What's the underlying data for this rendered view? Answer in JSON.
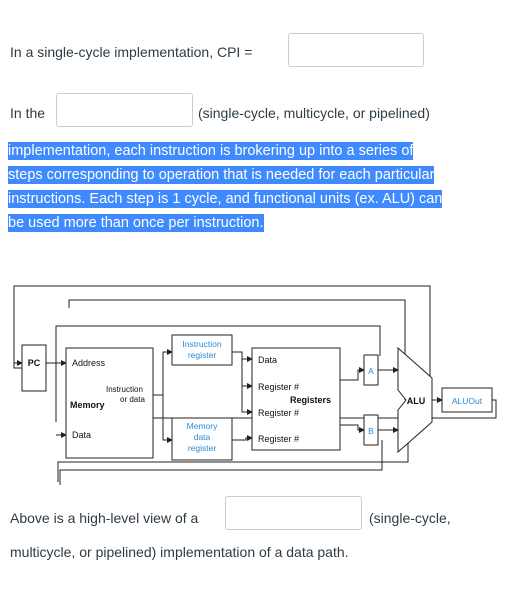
{
  "q1": {
    "prefix": "In a single-cycle implementation, CPI =",
    "value": ""
  },
  "q2": {
    "prefix": "In the",
    "value": "",
    "suffix": "(single-cycle, multicycle, or pipelined)",
    "highlighted_lines": [
      "implementation, each instruction is brokering up into a series of",
      "steps corresponding to operation that is needed for each particular",
      "instructions.  Each step is 1 cycle, and functional units (ex. ALU) can",
      "be used more than once per instruction."
    ]
  },
  "diagram": {
    "pc": "PC",
    "memory_address": "Address",
    "memory_instruction": "Instruction",
    "memory_ordata": "or data",
    "memory_title": "Memory",
    "memory_data": "Data",
    "ir_line1": "Instruction",
    "ir_line2": "register",
    "mdr_line1": "Memory",
    "mdr_line2": "data",
    "mdr_line3": "register",
    "reg_data": "Data",
    "reg_r1": "Register #",
    "reg_title": "Registers",
    "reg_r2": "Register #",
    "reg_r3": "Register #",
    "a": "A",
    "b": "B",
    "alu": "ALU",
    "aluout": "ALUOut",
    "colors": {
      "blue": "#2a8bd6",
      "line": "#222222"
    }
  },
  "q3": {
    "prefix": "Above is a high-level view of a",
    "value": "",
    "suffix": "(single-cycle,",
    "line2": "multicycle, or pipelined) implementation of a data path."
  }
}
